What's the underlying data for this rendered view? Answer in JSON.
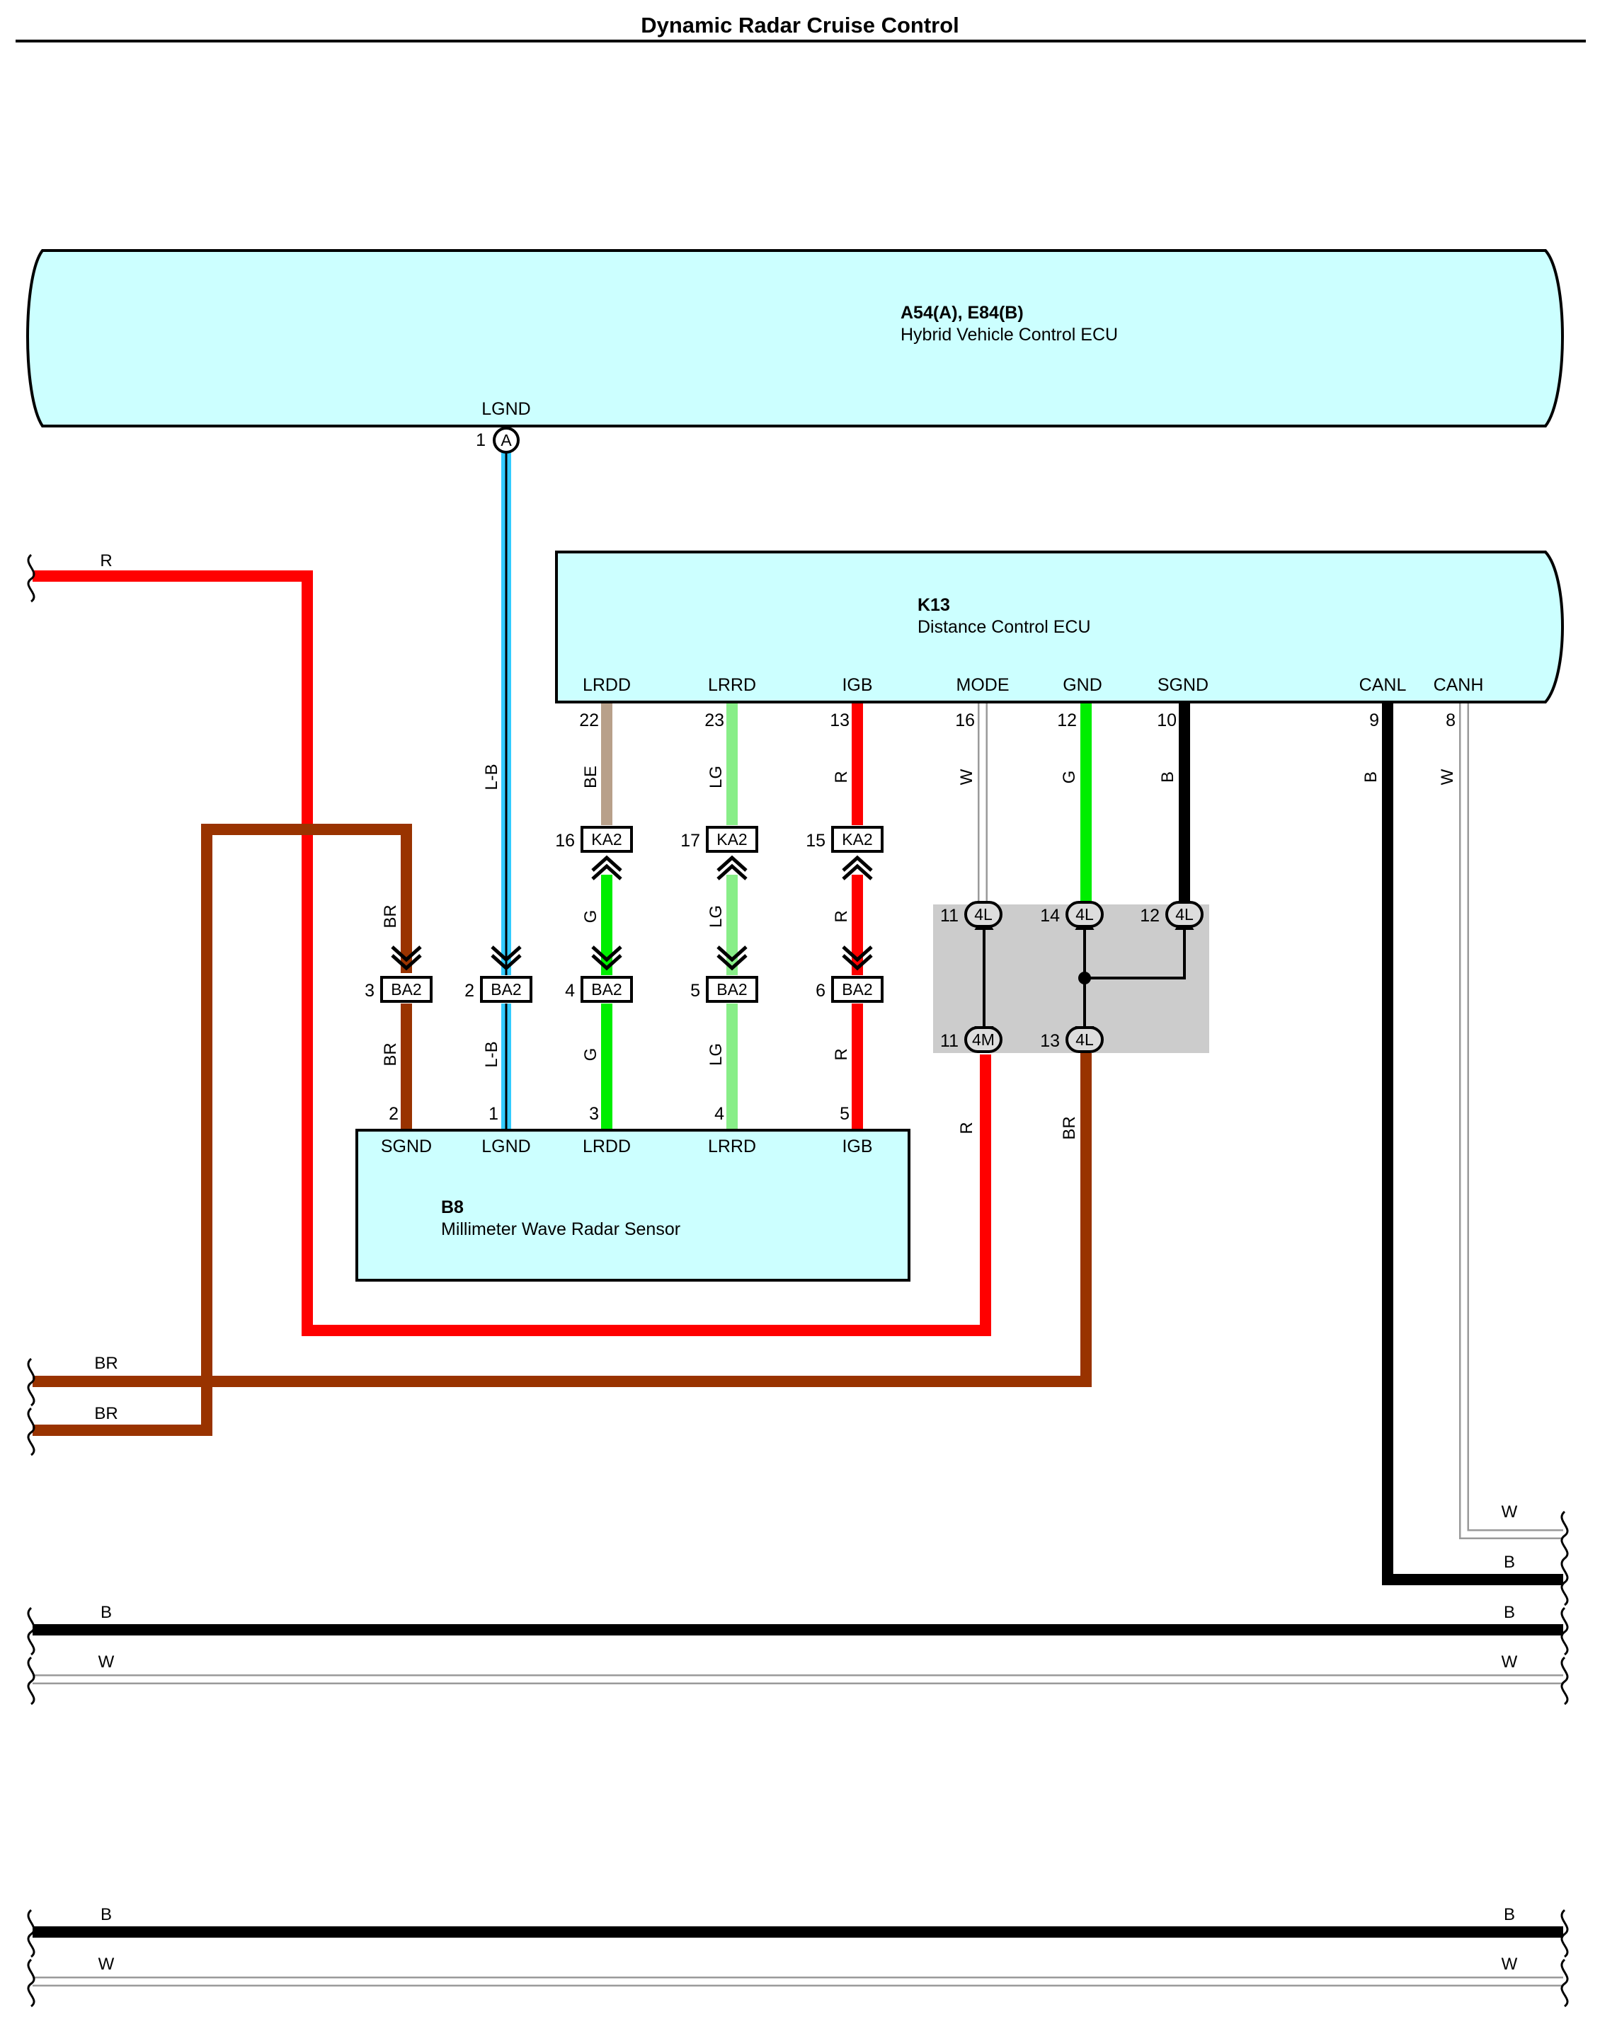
{
  "title": "Dynamic Radar Cruise Control",
  "components": {
    "hv_ecu": {
      "id": "A54(A), E84(B)",
      "name": "Hybrid Vehicle Control ECU",
      "pin_label": "LGND",
      "pin_no": "1",
      "pin_connector": "A"
    },
    "dc_ecu": {
      "id": "K13",
      "name": "Distance Control ECU",
      "pins": [
        {
          "label": "LRDD",
          "no": "22"
        },
        {
          "label": "LRRD",
          "no": "23"
        },
        {
          "label": "IGB",
          "no": "13"
        },
        {
          "label": "MODE",
          "no": "16"
        },
        {
          "label": "GND",
          "no": "12"
        },
        {
          "label": "SGND",
          "no": "10"
        },
        {
          "label": "CANL",
          "no": "9"
        },
        {
          "label": "CANH",
          "no": "8"
        }
      ]
    },
    "radar": {
      "id": "B8",
      "name": "Millimeter Wave Radar Sensor",
      "pins": [
        {
          "label": "SGND",
          "no": "2"
        },
        {
          "label": "LGND",
          "no": "1"
        },
        {
          "label": "LRDD",
          "no": "3"
        },
        {
          "label": "LRRD",
          "no": "4"
        },
        {
          "label": "IGB",
          "no": "5"
        }
      ]
    }
  },
  "connectors": {
    "ka2": [
      {
        "pin": "16",
        "name": "KA2"
      },
      {
        "pin": "17",
        "name": "KA2"
      },
      {
        "pin": "15",
        "name": "KA2"
      }
    ],
    "ba2": [
      {
        "pin": "3",
        "name": "BA2"
      },
      {
        "pin": "2",
        "name": "BA2"
      },
      {
        "pin": "4",
        "name": "BA2"
      },
      {
        "pin": "5",
        "name": "BA2"
      },
      {
        "pin": "6",
        "name": "BA2"
      }
    ],
    "junction": [
      {
        "pin": "11",
        "name": "4L"
      },
      {
        "pin": "14",
        "name": "4L"
      },
      {
        "pin": "12",
        "name": "4L"
      },
      {
        "pin": "11",
        "name": "4M"
      },
      {
        "pin": "13",
        "name": "4L"
      }
    ]
  },
  "wire_labels": {
    "left_r": "R",
    "left_br1": "BR",
    "left_br2": "BR",
    "v_lb_top": "L-B",
    "v_lb_bot": "L-B",
    "v_br_top": "BR",
    "v_br_bot": "BR",
    "v_be": "BE",
    "v_g": "G",
    "v_g2": "G",
    "v_lg_top": "LG",
    "v_lg_mid": "LG",
    "v_lg_bot": "LG",
    "v_r_top": "R",
    "v_r_mid": "R",
    "v_r_bot": "R",
    "v_mode_w": "W",
    "v_gnd_g": "G",
    "v_sgnd_b": "B",
    "v_canl_b": "B",
    "v_canh_w": "W",
    "v_mode_r": "R",
    "v_gnd_br": "BR",
    "right_w1": "W",
    "right_b1": "B",
    "bus1_b_left": "B",
    "bus1_b_right": "B",
    "bus1_w_left": "W",
    "bus1_w_right": "W",
    "bus2_b_left": "B",
    "bus2_b_right": "B",
    "bus2_w_left": "W",
    "bus2_w_right": "W"
  },
  "colors": {
    "ecu_fill": "#ccffff",
    "red": "#ff0000",
    "brown": "#993300",
    "black": "#000000",
    "green": "#00ee00",
    "light_green": "#88ee88",
    "beige": "#b8a08a",
    "light_blue": "#33ccff",
    "white_wire": "#9a9a9a",
    "junction_box": "#cccccc"
  }
}
